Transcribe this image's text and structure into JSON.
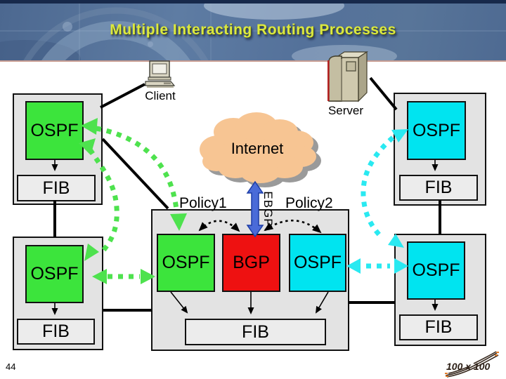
{
  "slide": {
    "title": "Multiple Interacting Routing Processes",
    "page_number": "44"
  },
  "network": {
    "client_label": "Client",
    "server_label": "Server",
    "internet_label": "Internet",
    "ebgp_label": "EBGP",
    "policy_left_label": "Policy1",
    "policy_right_label": "Policy2"
  },
  "routers": {
    "upper_left": {
      "process": "OSPF",
      "table": "FIB"
    },
    "lower_left": {
      "process": "OSPF",
      "table": "FIB"
    },
    "upper_right": {
      "process": "OSPF",
      "table": "FIB"
    },
    "lower_right": {
      "process": "OSPF",
      "table": "FIB"
    },
    "center": {
      "ospf_left": "OSPF",
      "bgp": "BGP",
      "ospf_right": "OSPF",
      "table": "FIB"
    }
  },
  "branding": {
    "logo_text": "100 x 100"
  },
  "icons": {
    "client": "desktop-computer-icon",
    "server": "server-tower-icon",
    "internet": "cloud-icon",
    "ebgp": "double-headed-arrow-icon"
  },
  "colors": {
    "ospf_green": "#3ce43c",
    "ospf_cyan": "#00e4f0",
    "bgp_red": "#ee1111",
    "cloud_fill": "#f7c593",
    "ebgp_arrow_blue": "#4a6bd8",
    "title_text": "#dce93f",
    "green_link": "#4ee24e",
    "cyan_link": "#29e9f1",
    "panel_fill": "#e3e3e3"
  }
}
